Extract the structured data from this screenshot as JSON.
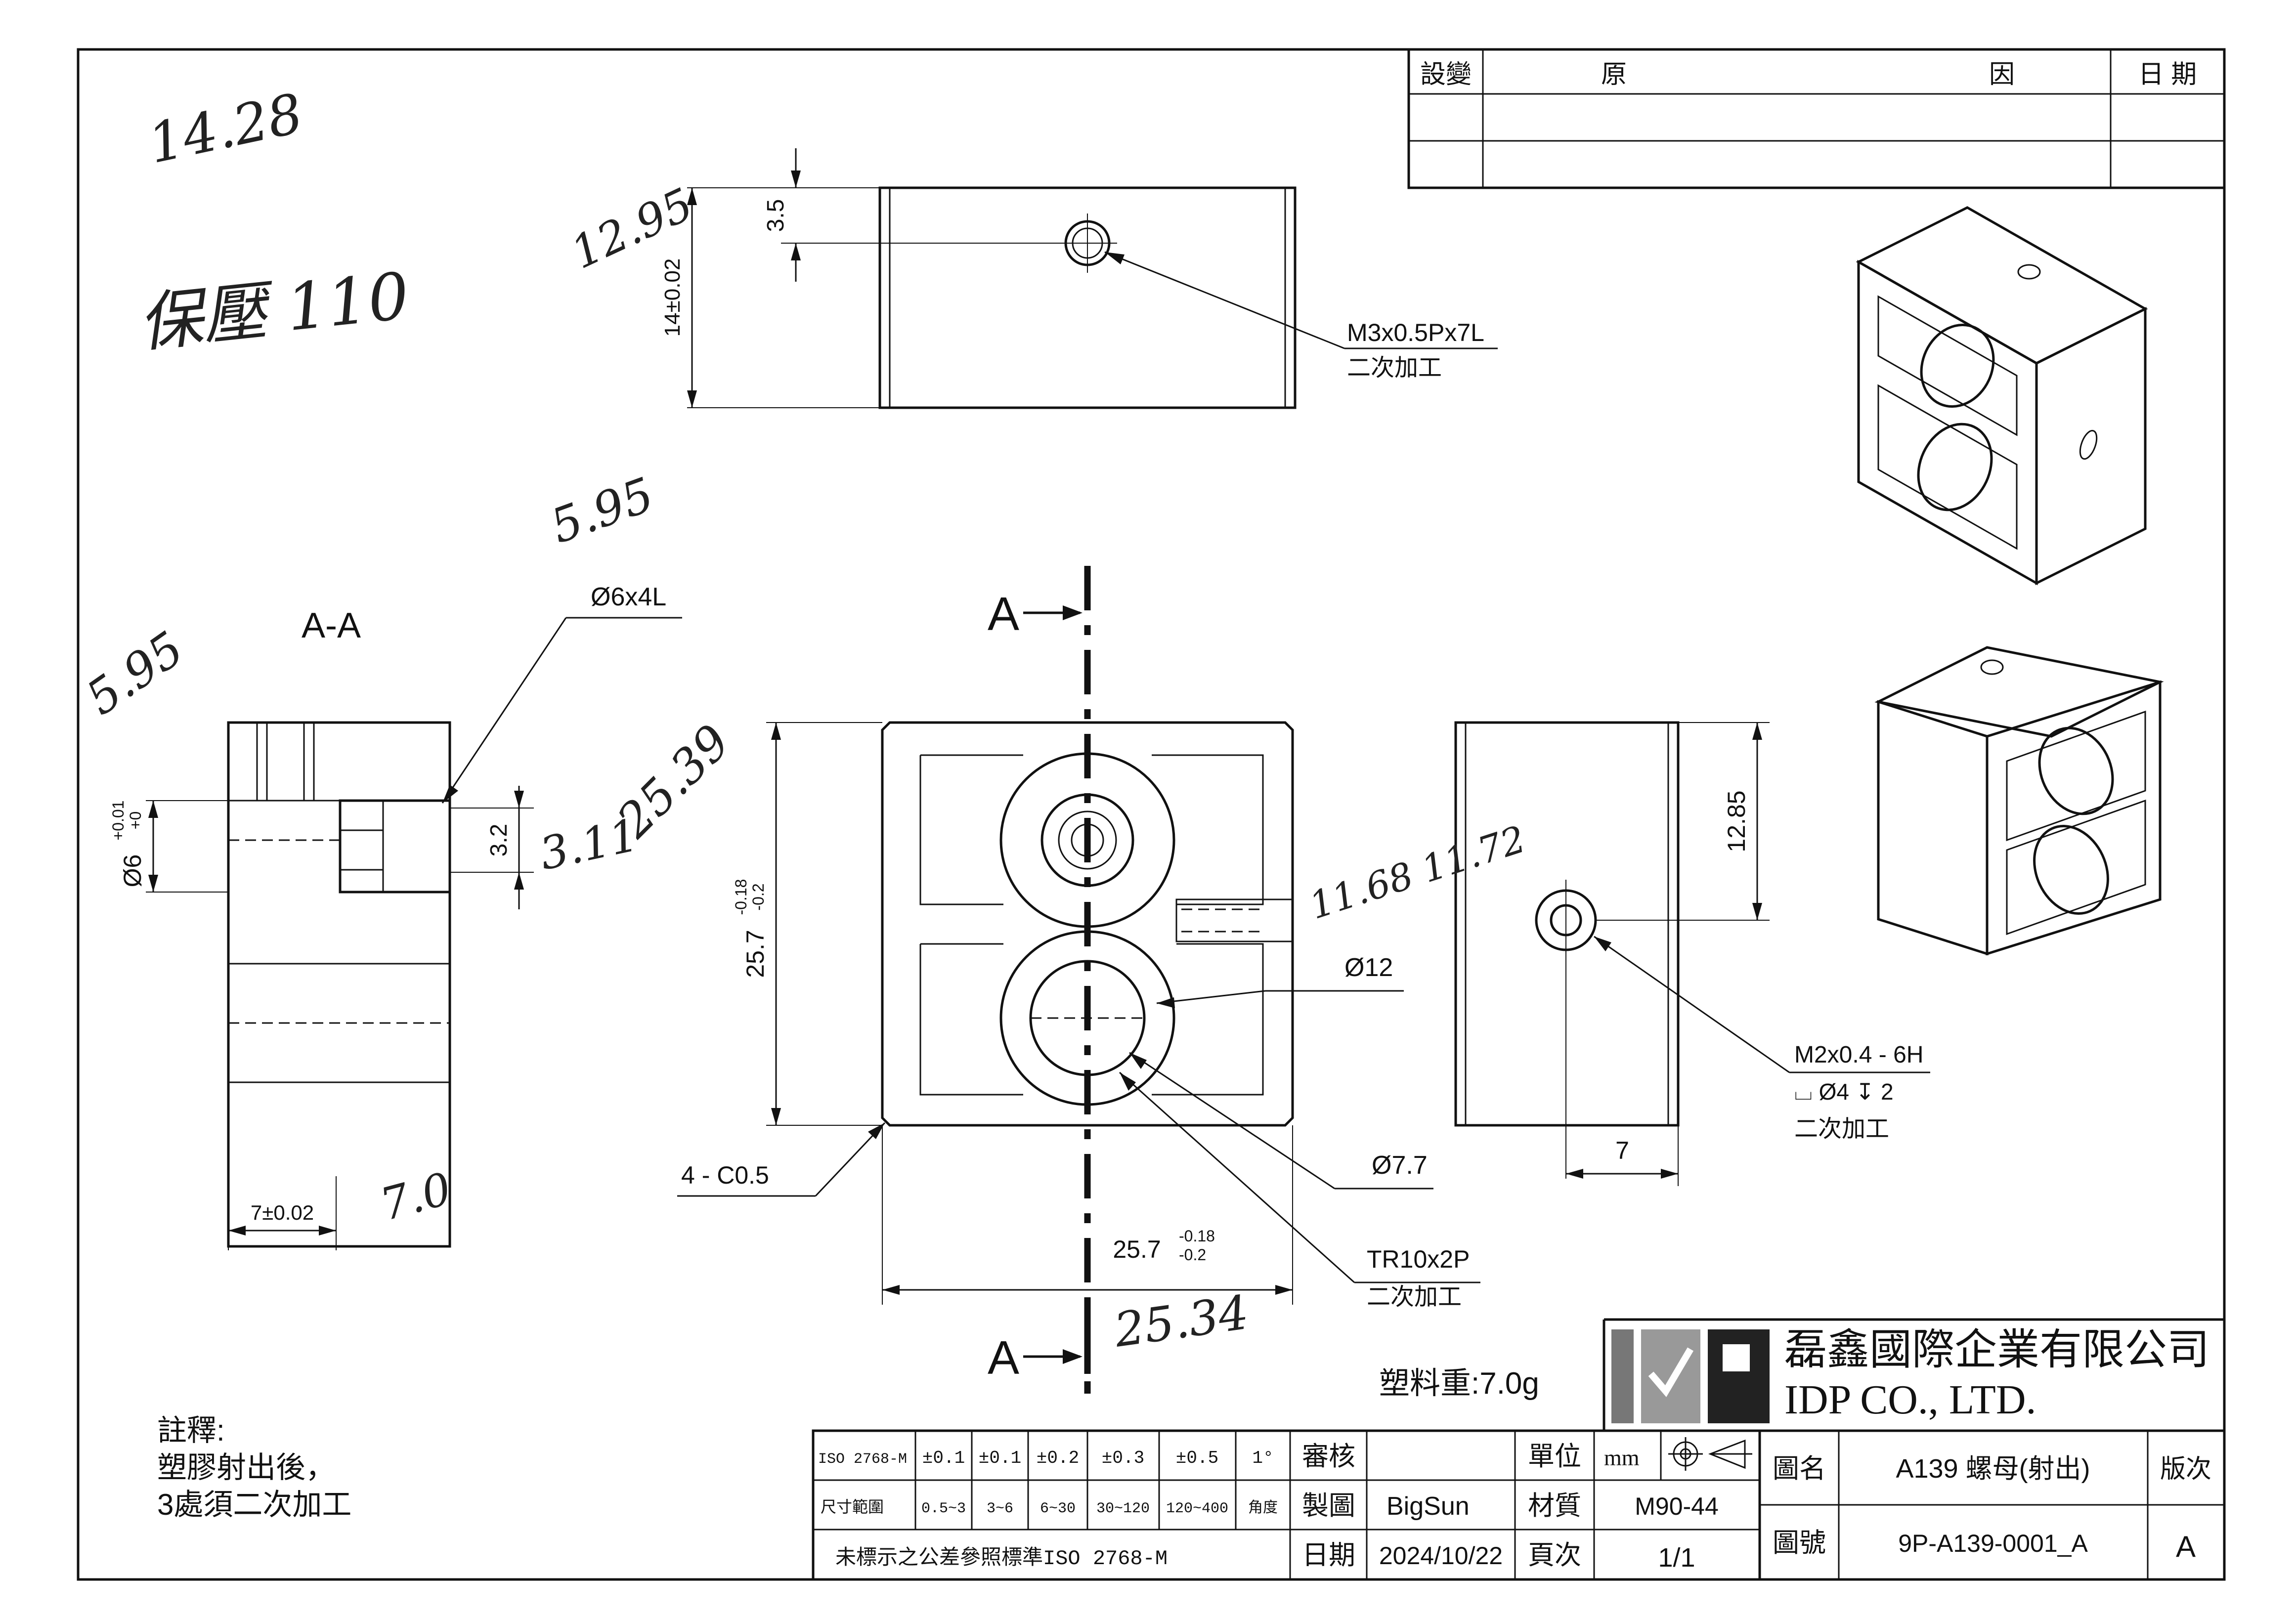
{
  "revision_table": {
    "col_change": "設變",
    "col_reason_1": "原",
    "col_reason_2": "因",
    "col_date": "日 期"
  },
  "top_view": {
    "dim_hole_offset": "3.5",
    "dim_height": "14±0.02",
    "callout_thread": "M3x0.5Px7L",
    "callout_note": "二次加工"
  },
  "section_view": {
    "label": "A-A",
    "callout_hole": "Ø6x4L",
    "dim_diameter": "Ø6",
    "dim_diameter_tol_upper": "+0.01",
    "dim_diameter_tol_lower": "+0",
    "dim_depth": "3.2",
    "dim_width": "7±0.02"
  },
  "front_view": {
    "section_mark": "A",
    "dim_height": "25.7",
    "dim_height_tol_upper": "-0.18",
    "dim_height_tol_lower": "-0.2",
    "dim_width": "25.7",
    "dim_width_tol_upper": "-0.18",
    "dim_width_tol_lower": "-0.2",
    "callout_d12": "Ø12",
    "callout_d77": "Ø7.7",
    "callout_chamfer": "4 - C0.5",
    "callout_thread": "TR10x2P",
    "callout_note": "二次加工"
  },
  "side_view": {
    "dim_height": "12.85",
    "dim_width": "7",
    "callout_thread": "M2x0.4 - 6H",
    "callout_counterbore": "⌴ Ø4 ↧ 2",
    "callout_note": "二次加工"
  },
  "handwritten": {
    "note_top_1": "14.28",
    "note_top_2": "保壓 110",
    "note_295": "12.95",
    "note_595_a": "5.95",
    "note_595_b": "5.95",
    "note_311": "3.11",
    "note_539": "25.39",
    "note_1168": "11.68 11.72",
    "note_70": "7.0",
    "note_2534": "25.34"
  },
  "plastic_weight": "塑料重:7.0g",
  "notes": {
    "heading": "註釋:",
    "line_1": "塑膠射出後，",
    "line_2": "3處須二次加工"
  },
  "tolerance_table": {
    "standard": "ISO 2768-M",
    "tolerances": [
      "±0.1",
      "±0.1",
      "±0.2",
      "±0.3",
      "±0.5",
      "1°"
    ],
    "range_label": "尺寸範圍",
    "ranges": [
      "0.5~3",
      "3~6",
      "6~30",
      "30~120",
      "120~400",
      "角度"
    ],
    "footnote": "未標示之公差參照標準ISO 2768-M"
  },
  "title_block": {
    "review_label": "審核",
    "review_value": "",
    "drawn_label": "製圖",
    "drawn_value": "BigSun",
    "date_label": "日期",
    "date_value": "2024/10/22",
    "unit_label": "單位",
    "unit_value": "mm",
    "material_label": "材質",
    "material_value": "M90-44",
    "page_label": "頁次",
    "page_value": "1/1",
    "name_label": "圖名",
    "name_value": "A139 螺母(射出)",
    "number_label": "圖號",
    "number_value": "9P-A139-0001_A",
    "version_label": "版次",
    "version_value": "A"
  },
  "company": {
    "name_zh": "磊鑫國際企業有限公司",
    "name_en": "IDP CO., LTD."
  }
}
